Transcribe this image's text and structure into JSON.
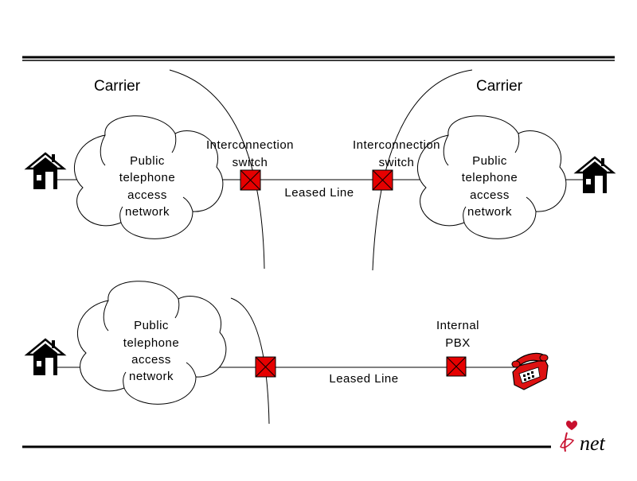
{
  "diagram": {
    "carrier_left": "Carrier",
    "carrier_right": "Carrier",
    "cloud_top_left": [
      "Public",
      "telephone",
      "access",
      "network"
    ],
    "cloud_top_right": [
      "Public",
      "telephone",
      "access",
      "network"
    ],
    "cloud_bottom": [
      "Public",
      "telephone",
      "access",
      "network"
    ],
    "switch_left": [
      "Interconnection",
      "switch"
    ],
    "switch_right": [
      "Interconnection",
      "switch"
    ],
    "leased_line_top": "Leased Line",
    "leased_line_bottom": "Leased Line",
    "pbx": [
      "Internal",
      "PBX"
    ]
  },
  "logo": {
    "text": "net"
  },
  "colors": {
    "switch_fill": "#e60000",
    "phone_red": "#dd1111",
    "rule": "#000000"
  }
}
